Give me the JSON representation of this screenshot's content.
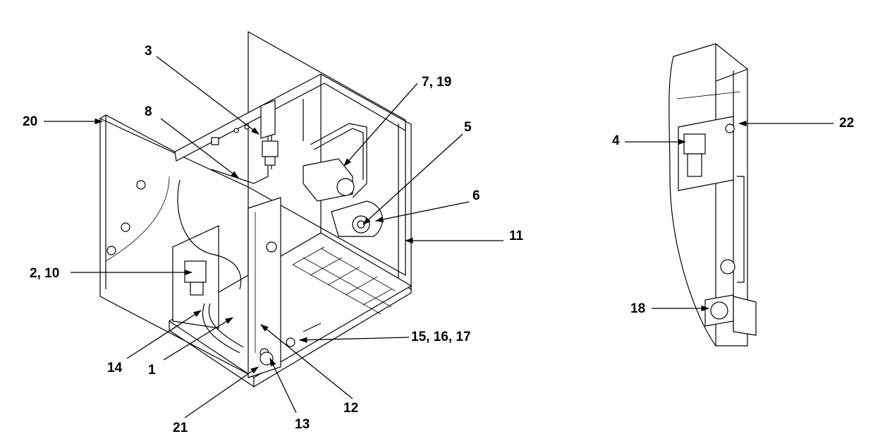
{
  "callouts": {
    "c1": "1",
    "c2_10": "2, 10",
    "c3": "3",
    "c4": "4",
    "c5": "5",
    "c6": "6",
    "c7_19": "7, 19",
    "c8": "8",
    "c11": "11",
    "c12": "12",
    "c13": "13",
    "c14": "14",
    "c15_16_17": "15, 16, 17",
    "c18": "18",
    "c20": "20",
    "c21": "21",
    "c22": "22"
  }
}
